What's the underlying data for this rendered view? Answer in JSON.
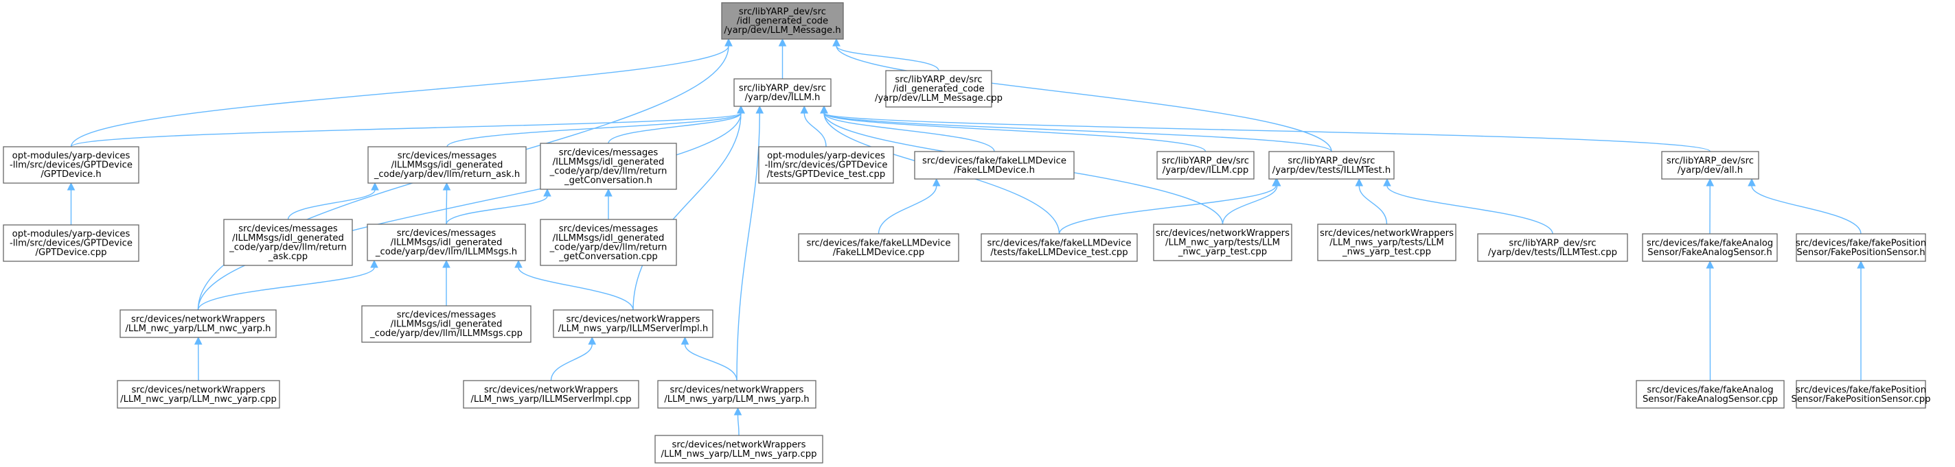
{
  "graph": {
    "nodes": [
      {
        "id": "n0",
        "root": true,
        "lines": [
          "src/libYARP_dev/src",
          "/idl_generated_code",
          "/yarp/dev/LLM_Message.h"
        ]
      },
      {
        "id": "n1",
        "lines": [
          "src/libYARP_dev/src",
          "/yarp/dev/ILLM.h"
        ]
      },
      {
        "id": "n2",
        "lines": [
          "src/libYARP_dev/src",
          "/idl_generated_code",
          "/yarp/dev/LLM_Message.cpp"
        ]
      },
      {
        "id": "n3",
        "lines": [
          "opt-modules/yarp-devices",
          "-llm/src/devices/GPTDevice",
          "/GPTDevice.h"
        ]
      },
      {
        "id": "n4",
        "lines": [
          "opt-modules/yarp-devices",
          "-llm/src/devices/GPTDevice",
          "/GPTDevice.cpp"
        ]
      },
      {
        "id": "n5",
        "lines": [
          "src/devices/messages",
          "/ILLMMsgs/idl_generated",
          "_code/yarp/dev/llm/return_ask.h"
        ]
      },
      {
        "id": "n6",
        "lines": [
          "src/devices/messages",
          "/ILLMMsgs/idl_generated",
          "_code/yarp/dev/llm/return",
          "_getConversation.h"
        ]
      },
      {
        "id": "n7",
        "lines": [
          "opt-modules/yarp-devices",
          "-llm/src/devices/GPTDevice",
          "/tests/GPTDevice_test.cpp"
        ]
      },
      {
        "id": "n8",
        "lines": [
          "src/devices/fake/fakeLLMDevice",
          "/FakeLLMDevice.h"
        ]
      },
      {
        "id": "n9",
        "lines": [
          "src/libYARP_dev/src",
          "/yarp/dev/ILLM.cpp"
        ]
      },
      {
        "id": "n10",
        "lines": [
          "src/libYARP_dev/src",
          "/yarp/dev/tests/ILLMTest.h"
        ]
      },
      {
        "id": "n11",
        "lines": [
          "src/libYARP_dev/src",
          "/yarp/dev/all.h"
        ]
      },
      {
        "id": "n12",
        "lines": [
          "src/devices/messages",
          "/ILLMMsgs/idl_generated",
          "_code/yarp/dev/llm/return",
          "_ask.cpp"
        ]
      },
      {
        "id": "n13",
        "lines": [
          "src/devices/messages",
          "/ILLMMsgs/idl_generated",
          "_code/yarp/dev/llm/ILLMMsgs.h"
        ]
      },
      {
        "id": "n14",
        "lines": [
          "src/devices/messages",
          "/ILLMMsgs/idl_generated",
          "_code/yarp/dev/llm/return",
          "_getConversation.cpp"
        ]
      },
      {
        "id": "n15",
        "lines": [
          "src/devices/fake/fakeLLMDevice",
          "/FakeLLMDevice.cpp"
        ]
      },
      {
        "id": "n16",
        "lines": [
          "src/devices/fake/fakeLLMDevice",
          "/tests/fakeLLMDevice_test.cpp"
        ]
      },
      {
        "id": "n17",
        "lines": [
          "src/devices/networkWrappers",
          "/LLM_nwc_yarp/tests/LLM",
          "_nwc_yarp_test.cpp"
        ]
      },
      {
        "id": "n18",
        "lines": [
          "src/devices/networkWrappers",
          "/LLM_nws_yarp/tests/LLM",
          "_nws_yarp_test.cpp"
        ]
      },
      {
        "id": "n19",
        "lines": [
          "src/libYARP_dev/src",
          "/yarp/dev/tests/ILLMTest.cpp"
        ]
      },
      {
        "id": "n20",
        "lines": [
          "src/devices/fake/fakeAnalog",
          "Sensor/FakeAnalogSensor.h"
        ]
      },
      {
        "id": "n21",
        "lines": [
          "src/devices/fake/fakePosition",
          "Sensor/FakePositionSensor.h"
        ]
      },
      {
        "id": "n22",
        "lines": [
          "src/devices/networkWrappers",
          "/LLM_nwc_yarp/LLM_nwc_yarp.h"
        ]
      },
      {
        "id": "n23",
        "lines": [
          "src/devices/messages",
          "/ILLMMsgs/idl_generated",
          "_code/yarp/dev/llm/ILLMMsgs.cpp"
        ]
      },
      {
        "id": "n24",
        "lines": [
          "src/devices/networkWrappers",
          "/LLM_nws_yarp/ILLMServerImpl.h"
        ]
      },
      {
        "id": "n25",
        "lines": [
          "src/devices/fake/fakeAnalog",
          "Sensor/FakeAnalogSensor.cpp"
        ]
      },
      {
        "id": "n26",
        "lines": [
          "src/devices/fake/fakePosition",
          "Sensor/FakePositionSensor.cpp"
        ]
      },
      {
        "id": "n27",
        "lines": [
          "src/devices/networkWrappers",
          "/LLM_nwc_yarp/LLM_nwc_yarp.cpp"
        ]
      },
      {
        "id": "n28",
        "lines": [
          "src/devices/networkWrappers",
          "/LLM_nws_yarp/ILLMServerImpl.cpp"
        ]
      },
      {
        "id": "n29",
        "lines": [
          "src/devices/networkWrappers",
          "/LLM_nws_yarp/LLM_nws_yarp.h"
        ]
      },
      {
        "id": "n30",
        "lines": [
          "src/devices/networkWrappers",
          "/LLM_nws_yarp/LLM_nws_yarp.cpp"
        ]
      }
    ],
    "edges": [
      {
        "from": "n1",
        "to": "n0"
      },
      {
        "from": "n2",
        "to": "n0"
      },
      {
        "from": "n3",
        "to": "n0"
      },
      {
        "from": "n22",
        "to": "n0"
      },
      {
        "from": "n10",
        "to": "n0"
      },
      {
        "from": "n3",
        "to": "n1"
      },
      {
        "from": "n5",
        "to": "n1"
      },
      {
        "from": "n6",
        "to": "n1"
      },
      {
        "from": "n7",
        "to": "n1"
      },
      {
        "from": "n8",
        "to": "n1"
      },
      {
        "from": "n9",
        "to": "n1"
      },
      {
        "from": "n10",
        "to": "n1"
      },
      {
        "from": "n11",
        "to": "n1"
      },
      {
        "from": "n22",
        "to": "n1"
      },
      {
        "from": "n24",
        "to": "n1"
      },
      {
        "from": "n29",
        "to": "n1"
      },
      {
        "from": "n16",
        "to": "n1"
      },
      {
        "from": "n17",
        "to": "n1"
      },
      {
        "from": "n4",
        "to": "n3"
      },
      {
        "from": "n12",
        "to": "n5"
      },
      {
        "from": "n13",
        "to": "n5"
      },
      {
        "from": "n13",
        "to": "n6"
      },
      {
        "from": "n14",
        "to": "n6"
      },
      {
        "from": "n15",
        "to": "n8"
      },
      {
        "from": "n16",
        "to": "n10"
      },
      {
        "from": "n17",
        "to": "n10"
      },
      {
        "from": "n18",
        "to": "n10"
      },
      {
        "from": "n19",
        "to": "n10"
      },
      {
        "from": "n20",
        "to": "n11"
      },
      {
        "from": "n21",
        "to": "n11"
      },
      {
        "from": "n22",
        "to": "n13"
      },
      {
        "from": "n23",
        "to": "n13"
      },
      {
        "from": "n24",
        "to": "n13"
      },
      {
        "from": "n25",
        "to": "n20"
      },
      {
        "from": "n26",
        "to": "n21"
      },
      {
        "from": "n27",
        "to": "n22"
      },
      {
        "from": "n28",
        "to": "n24"
      },
      {
        "from": "n29",
        "to": "n24"
      },
      {
        "from": "n30",
        "to": "n29"
      }
    ]
  }
}
